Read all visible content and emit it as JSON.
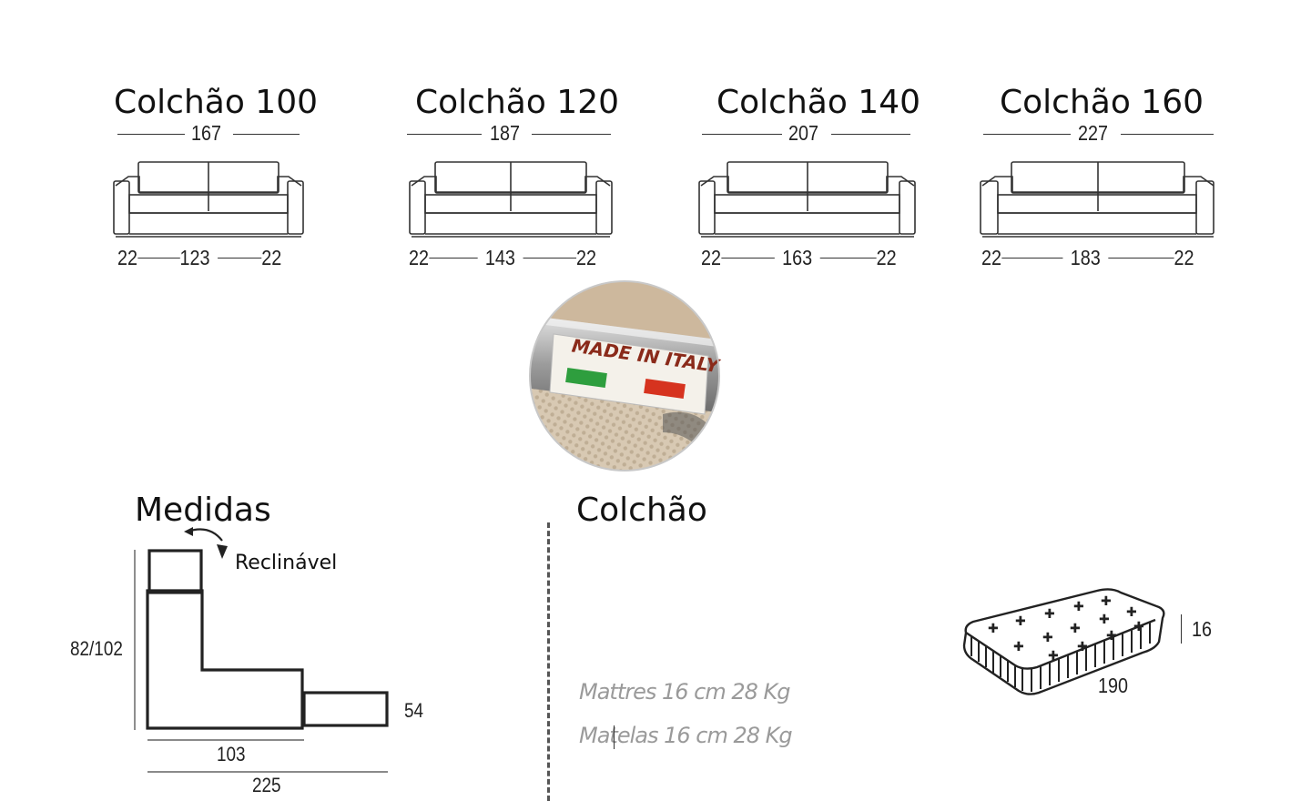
{
  "sofas": [
    {
      "title": "Colchão 100",
      "total": "167",
      "left": "22",
      "center": "123",
      "right": "22"
    },
    {
      "title": "Colchão 120",
      "total": "187",
      "left": "22",
      "center": "143",
      "right": "22"
    },
    {
      "title": "Colchão 140",
      "total": "207",
      "left": "22",
      "center": "163",
      "right": "22"
    },
    {
      "title": "Colchão 160",
      "total": "227",
      "left": "22",
      "center": "183",
      "right": "22"
    }
  ],
  "badge": {
    "text": "MADE IN ITALY",
    "flag_colors": [
      "#2e9e3e",
      "#d6331f"
    ]
  },
  "medidas": {
    "title": "Medidas",
    "recline_label": "Reclinável",
    "height": "82/102",
    "footrest": "54",
    "seat_depth": "103",
    "total_depth": "225"
  },
  "colchao": {
    "title": "Colchão",
    "line1": "Mattres 16 cm 28 Kg",
    "line2": "Matelas 16 cm 28 Kg",
    "height": "16",
    "length": "190"
  }
}
